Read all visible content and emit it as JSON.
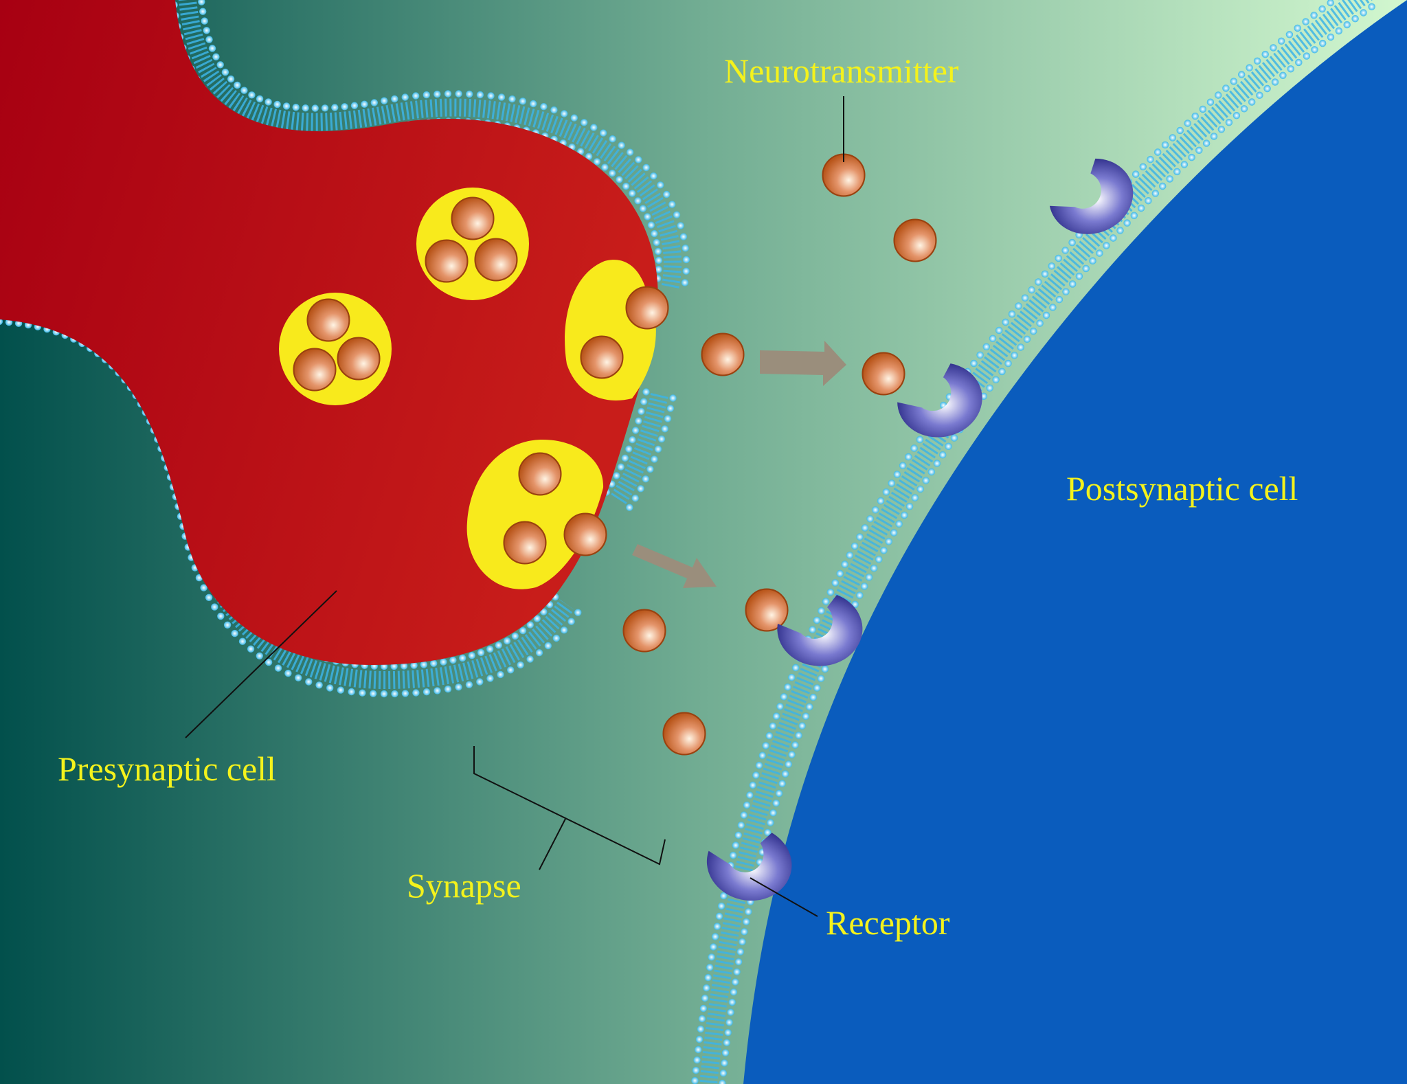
{
  "diagram": {
    "labels": {
      "neurotransmitter": "Neurotransmitter",
      "presynaptic_cell": "Presynaptic cell",
      "postsynaptic_cell": "Postsynaptic cell",
      "synapse": "Synapse",
      "receptor": "Receptor"
    },
    "colors": {
      "background_left": "#02504c",
      "background_right": "#d2f7cf",
      "presynaptic_cell": "#b31419",
      "vesicle": "#f8ea1c",
      "neurotransmitter": "#c8602a",
      "membrane_head": "#7fd8f3",
      "membrane_tail": "#3cb4e6",
      "postsynaptic_cell": "#0a5cbd",
      "receptor": "#3a3a9c",
      "arrow": "#9a8e7c",
      "label_text": "#f4f21c"
    }
  }
}
